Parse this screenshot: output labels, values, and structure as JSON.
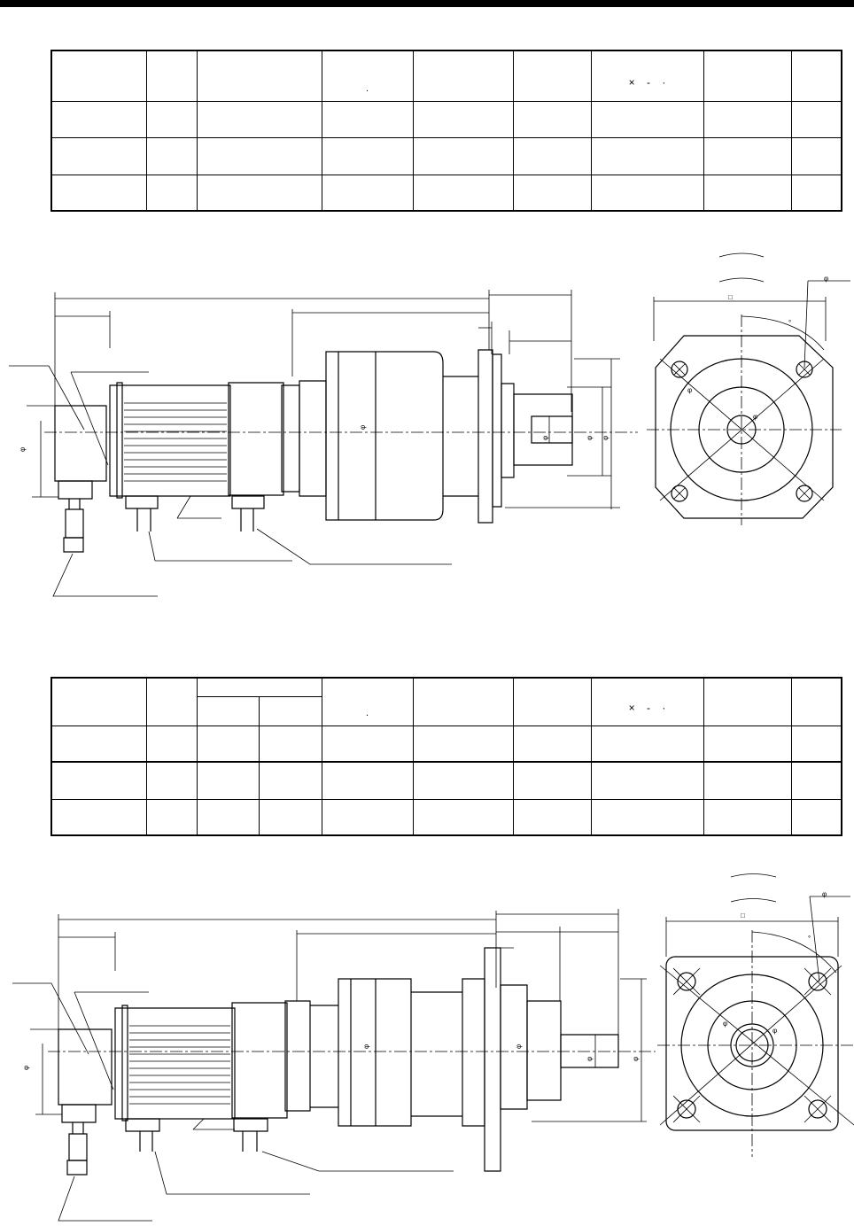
{
  "tables": [
    {
      "rows": 4,
      "note_symbols": {
        "cross": "×",
        "dash": "-",
        "dot": "·",
        "small_dot": "."
      }
    },
    {
      "rows": 4,
      "note_symbols": {
        "cross": "×",
        "dash": "-",
        "dot": "·",
        "small_dot": "."
      }
    }
  ],
  "drawing_symbols": {
    "diameter": "φ",
    "square": "□",
    "degree": "°"
  }
}
